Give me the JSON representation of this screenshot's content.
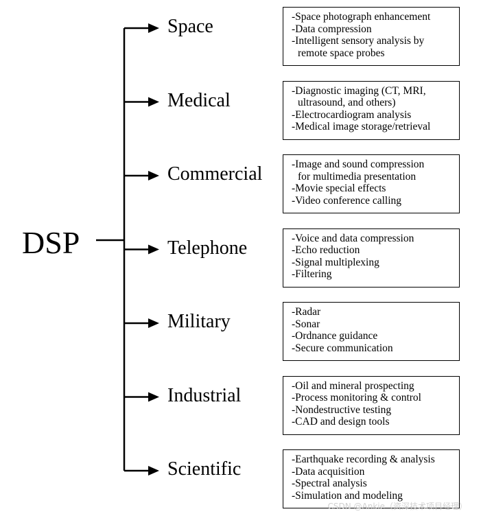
{
  "root": {
    "label": "DSP"
  },
  "branches": [
    {
      "name": "space",
      "label": "Space",
      "items": [
        {
          "text": "-Space photograph enhancement",
          "cont": false
        },
        {
          "text": "-Data compression",
          "cont": false
        },
        {
          "text": "-Intelligent sensory analysis by",
          "cont": false
        },
        {
          "text": "remote space probes",
          "cont": true
        }
      ]
    },
    {
      "name": "medical",
      "label": "Medical",
      "items": [
        {
          "text": "-Diagnostic imaging  (CT, MRI,",
          "cont": false
        },
        {
          "text": "ultrasound, and others)",
          "cont": true
        },
        {
          "text": "-Electrocardiogram analysis",
          "cont": false
        },
        {
          "text": "-Medical image storage/retrieval",
          "cont": false
        }
      ]
    },
    {
      "name": "commercial",
      "label": "Commercial",
      "items": [
        {
          "text": "-Image and sound compression",
          "cont": false
        },
        {
          "text": "for multimedia presentation",
          "cont": true
        },
        {
          "text": "-Movie special effects",
          "cont": false
        },
        {
          "text": "-Video conference calling",
          "cont": false
        }
      ]
    },
    {
      "name": "telephone",
      "label": "Telephone",
      "items": [
        {
          "text": "-Voice and data compression",
          "cont": false
        },
        {
          "text": "-Echo reduction",
          "cont": false
        },
        {
          "text": "-Signal multiplexing",
          "cont": false
        },
        {
          "text": "-Filtering",
          "cont": false
        }
      ]
    },
    {
      "name": "military",
      "label": "Military",
      "items": [
        {
          "text": "-Radar",
          "cont": false
        },
        {
          "text": "-Sonar",
          "cont": false
        },
        {
          "text": "-Ordnance guidance",
          "cont": false
        },
        {
          "text": "-Secure communication",
          "cont": false
        }
      ]
    },
    {
      "name": "industrial",
      "label": "Industrial",
      "items": [
        {
          "text": "-Oil and mineral prospecting",
          "cont": false
        },
        {
          "text": "-Process monitoring & control",
          "cont": false
        },
        {
          "text": "-Nondestructive testing",
          "cont": false
        },
        {
          "text": "-CAD and design tools",
          "cont": false
        }
      ]
    },
    {
      "name": "scientific",
      "label": "Scientific",
      "items": [
        {
          "text": "-Earthquake recording & analysis",
          "cont": false
        },
        {
          "text": "-Data acquisition",
          "cont": false
        },
        {
          "text": "-Spectral analysis",
          "cont": false
        },
        {
          "text": "-Simulation and modeling",
          "cont": false
        }
      ]
    }
  ],
  "watermark": "CSDN @Ankie（资深技术项目经理）"
}
